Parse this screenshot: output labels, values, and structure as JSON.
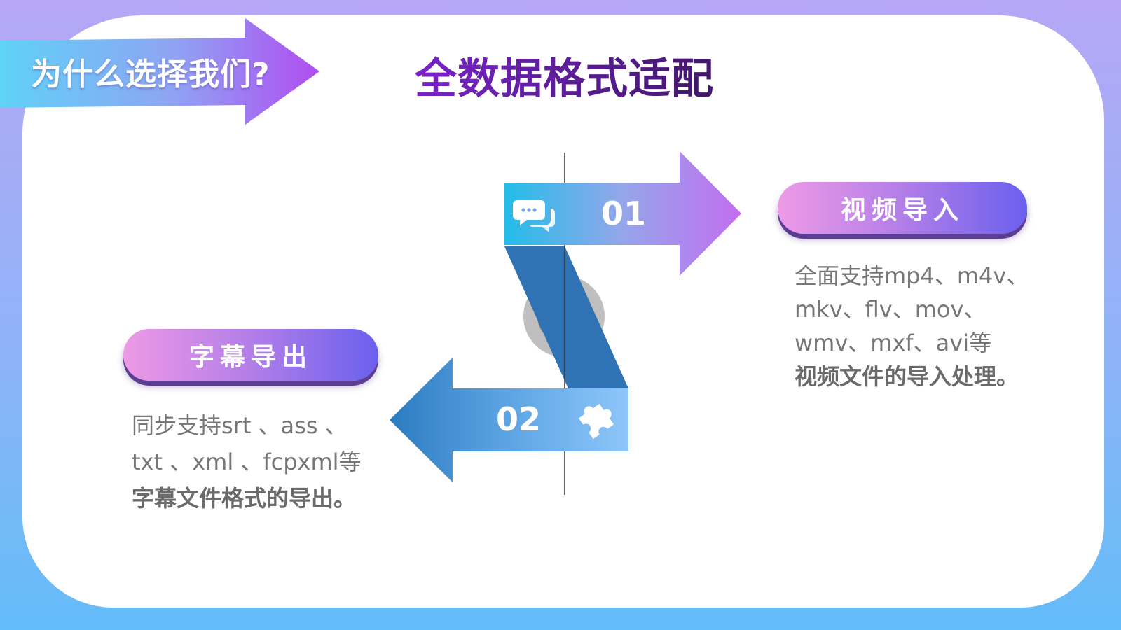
{
  "header": {
    "tag": "为什么选择我们?",
    "title": "全数据格式适配"
  },
  "steps": [
    {
      "number": "01",
      "icon": "chat-bubbles-icon",
      "heading": "视频导入",
      "lines": [
        "全面支持mp4、m4v、",
        "mkv、flv、mov、",
        "wmv、mxf、avi等"
      ],
      "emphasis": "视频文件的导入处理。"
    },
    {
      "number": "02",
      "icon": "puzzle-icon",
      "heading": "字幕导出",
      "lines": [
        "同步支持srt 、ass 、",
        "txt 、xml 、fcpxml等"
      ],
      "emphasis": "字幕文件格式的导出。"
    }
  ],
  "colors": {
    "title_start": "#7a23c8",
    "title_end": "#40186a",
    "arrow_cyan": "#28b8e8",
    "arrow_purple": "#b076ee",
    "arrow_blue": "#2f7fc4",
    "pill_pink": "#ee9ae6",
    "pill_violet": "#6a60ee"
  }
}
